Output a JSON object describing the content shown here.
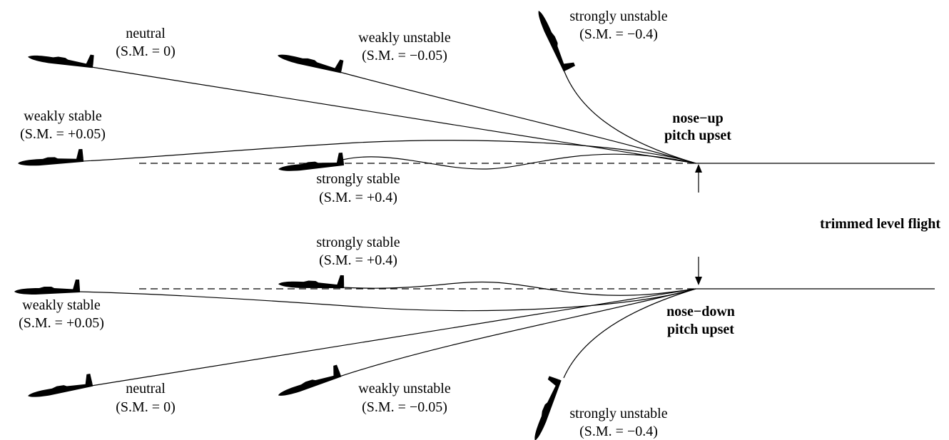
{
  "labels": {
    "trimmed": "trimmed level flight",
    "upset_up_1": "nose−up",
    "upset_up_2": "pitch upset",
    "upset_down_1": "nose−down",
    "upset_down_2": "pitch upset"
  },
  "top": {
    "neutral": {
      "name": "neutral",
      "sm": "(S.M. = 0)"
    },
    "weakly_unstable": {
      "name": "weakly unstable",
      "sm": "(S.M. = −0.05)"
    },
    "strongly_unstable": {
      "name": "strongly unstable",
      "sm": "(S.M. = −0.4)"
    },
    "weakly_stable": {
      "name": "weakly stable",
      "sm": "(S.M. = +0.05)"
    },
    "strongly_stable": {
      "name": "strongly stable",
      "sm": "(S.M. = +0.4)"
    }
  },
  "bottom": {
    "strongly_stable": {
      "name": "strongly stable",
      "sm": "(S.M. = +0.4)"
    },
    "weakly_stable": {
      "name": "weakly stable",
      "sm": "(S.M. = +0.05)"
    },
    "neutral": {
      "name": "neutral",
      "sm": "(S.M. = 0)"
    },
    "weakly_unstable": {
      "name": "weakly unstable",
      "sm": "(S.M. = −0.05)"
    },
    "strongly_unstable": {
      "name": "strongly unstable",
      "sm": "(S.M. = −0.4)"
    }
  }
}
